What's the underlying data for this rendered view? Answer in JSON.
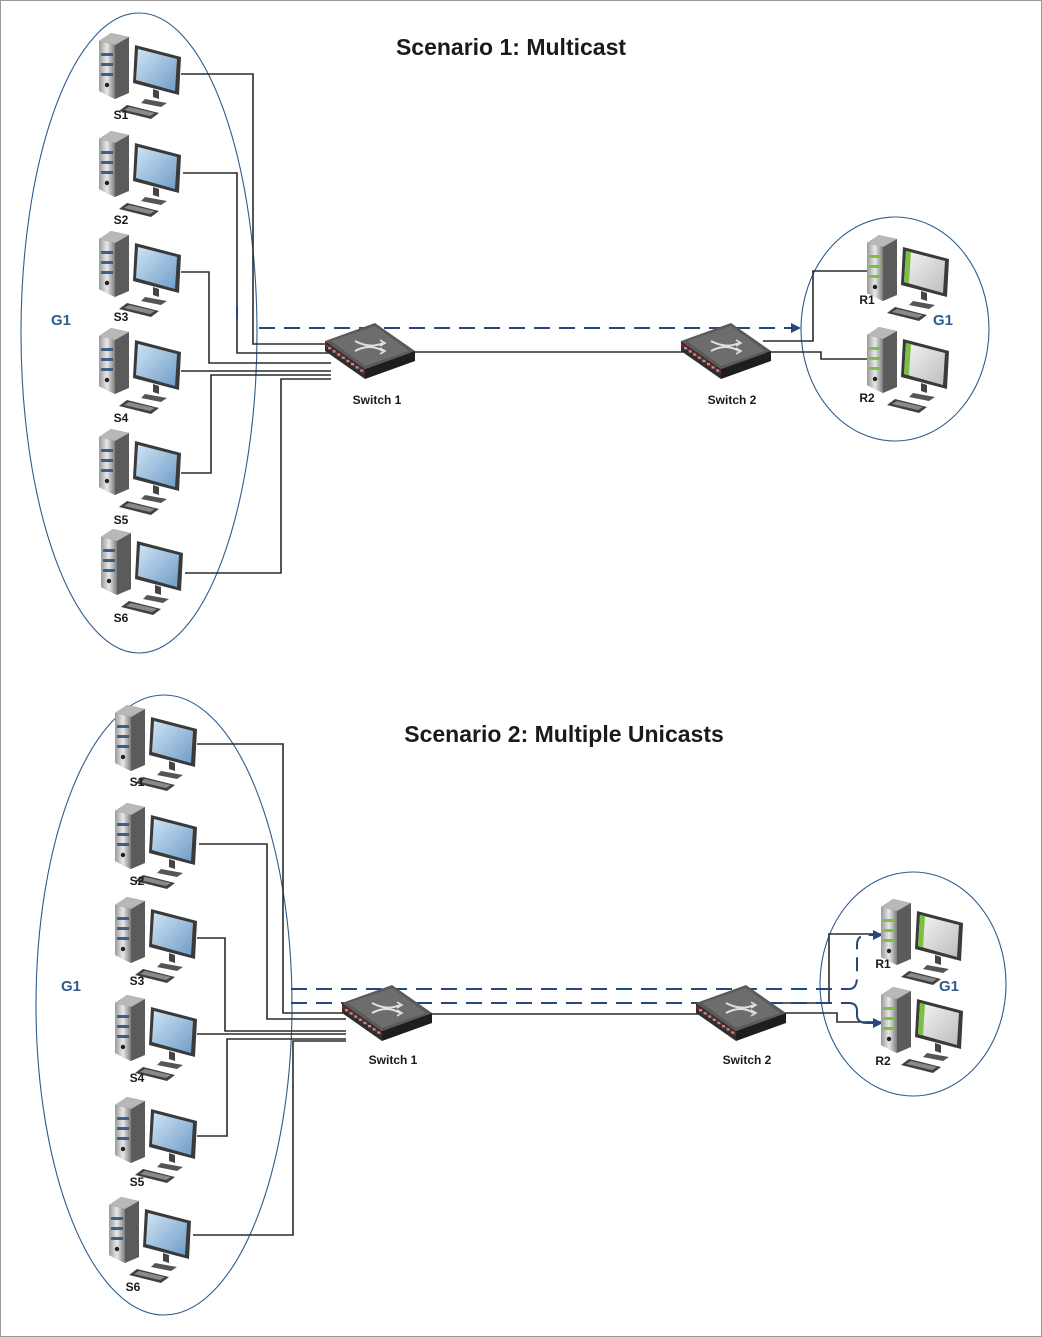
{
  "colors": {
    "group_outline": "#2e5d8c",
    "group_label": "#2e5d8c",
    "flow_arrow": "#26477a",
    "wire": "#2b2b2b",
    "switch_stripe": "#8b1e1e",
    "receiver_accent": "#7bc043"
  },
  "scenario1": {
    "title": "Scenario 1: Multicast",
    "senders": [
      {
        "label": "S1",
        "icon": "computer-icon"
      },
      {
        "label": "S2",
        "icon": "computer-icon"
      },
      {
        "label": "S3",
        "icon": "computer-icon"
      },
      {
        "label": "S4",
        "icon": "computer-icon"
      },
      {
        "label": "S5",
        "icon": "computer-icon"
      },
      {
        "label": "S6",
        "icon": "computer-icon"
      }
    ],
    "sender_group_label": "G1",
    "switch1_label": "Switch 1",
    "switch2_label": "Switch 2",
    "receivers": [
      {
        "label": "R1",
        "icon": "computer-icon"
      },
      {
        "label": "R2",
        "icon": "computer-icon"
      }
    ],
    "receiver_group_label": "G1"
  },
  "scenario2": {
    "title": "Scenario 2: Multiple Unicasts",
    "senders": [
      {
        "label": "S1",
        "icon": "computer-icon"
      },
      {
        "label": "S2",
        "icon": "computer-icon"
      },
      {
        "label": "S3",
        "icon": "computer-icon"
      },
      {
        "label": "S4",
        "icon": "computer-icon"
      },
      {
        "label": "S5",
        "icon": "computer-icon"
      },
      {
        "label": "S6",
        "icon": "computer-icon"
      }
    ],
    "sender_group_label": "G1",
    "switch1_label": "Switch 1",
    "switch2_label": "Switch 2",
    "receivers": [
      {
        "label": "R1",
        "icon": "computer-icon"
      },
      {
        "label": "R2",
        "icon": "computer-icon"
      }
    ],
    "receiver_group_label": "G1"
  }
}
